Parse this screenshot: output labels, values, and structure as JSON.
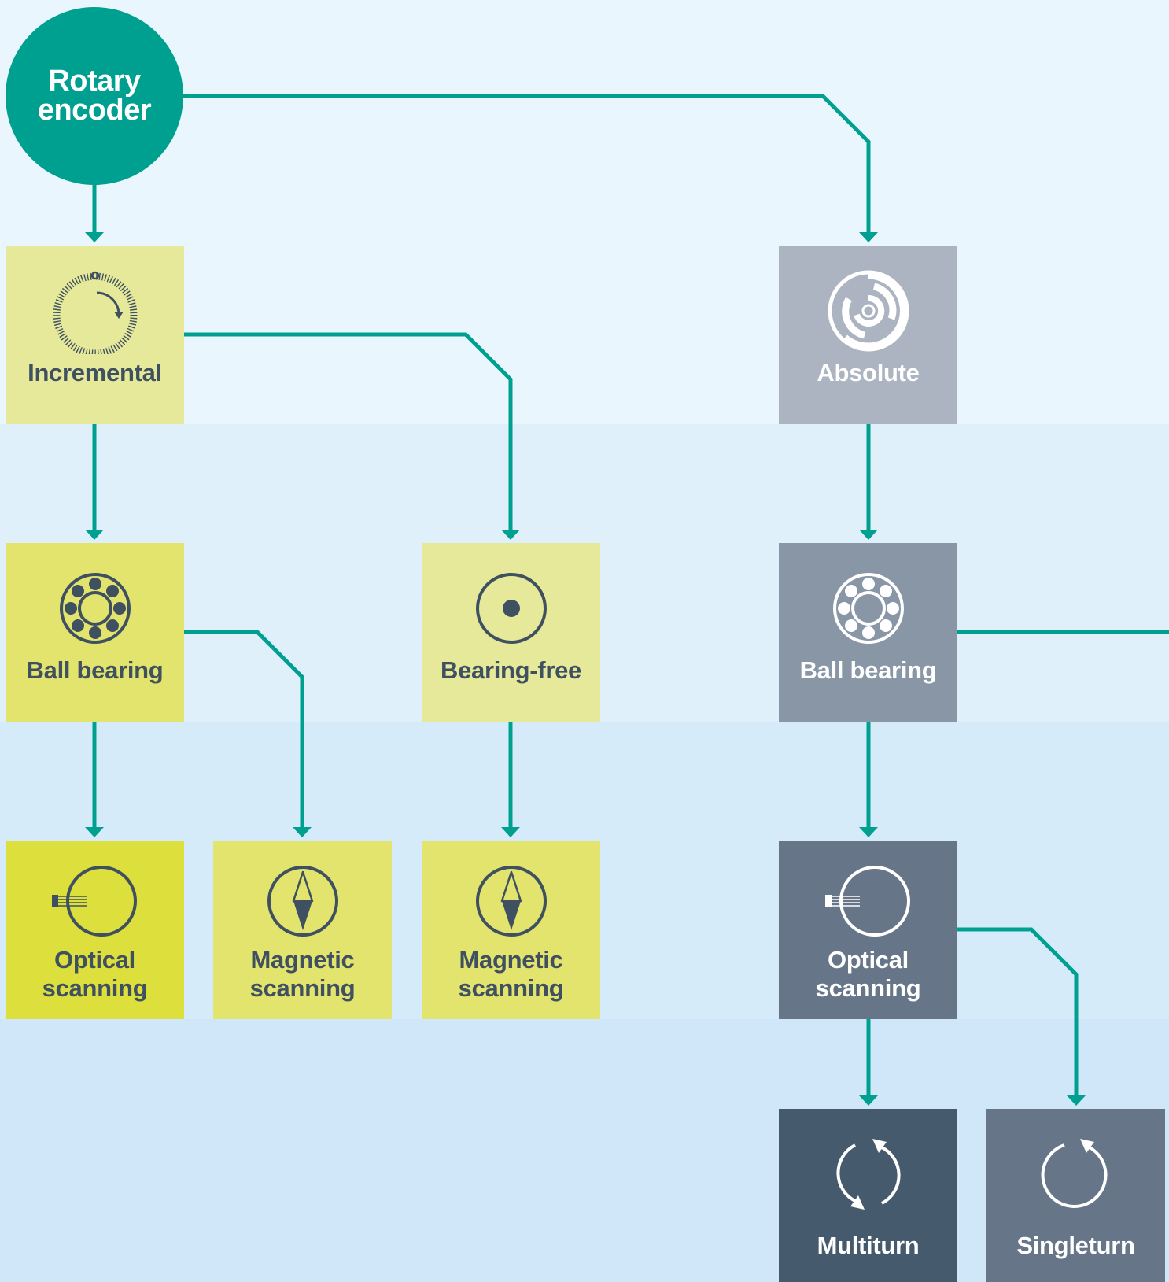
{
  "colors": {
    "connector": "#00a090",
    "root": "#00a090",
    "incremental_light": "#e7e99a",
    "incremental_mid": "#e2e46e",
    "incremental_strong": "#dcdf3c",
    "absolute_1": "#adb4c1",
    "absolute_2": "#8896a6",
    "absolute_3": "#667587",
    "absolute_4": "#455a6c",
    "dark_text": "#3f5060",
    "white_text": "#ffffff"
  },
  "root": {
    "label": "Rotary\nencoder"
  },
  "nodes": {
    "incremental": {
      "label": "Incremental",
      "icon": "incremental-dial-icon"
    },
    "inc_ball_bearing": {
      "label": "Ball bearing",
      "icon": "ball-bearing-icon"
    },
    "bearing_free": {
      "label": "Bearing-free",
      "icon": "bearing-free-icon"
    },
    "inc_optical": {
      "label": "Optical\nscanning",
      "icon": "optical-scanning-icon"
    },
    "inc_magnetic_1": {
      "label": "Magnetic\nscanning",
      "icon": "compass-icon"
    },
    "inc_magnetic_2": {
      "label": "Magnetic\nscanning",
      "icon": "compass-icon"
    },
    "absolute": {
      "label": "Absolute",
      "icon": "absolute-disc-icon"
    },
    "abs_ball_bearing": {
      "label": "Ball bearing",
      "icon": "ball-bearing-icon"
    },
    "abs_optical": {
      "label": "Optical\nscanning",
      "icon": "optical-scanning-icon"
    },
    "multiturn": {
      "label": "Multiturn",
      "icon": "multiturn-icon"
    },
    "singleturn": {
      "label": "Singleturn",
      "icon": "singleturn-icon"
    }
  }
}
